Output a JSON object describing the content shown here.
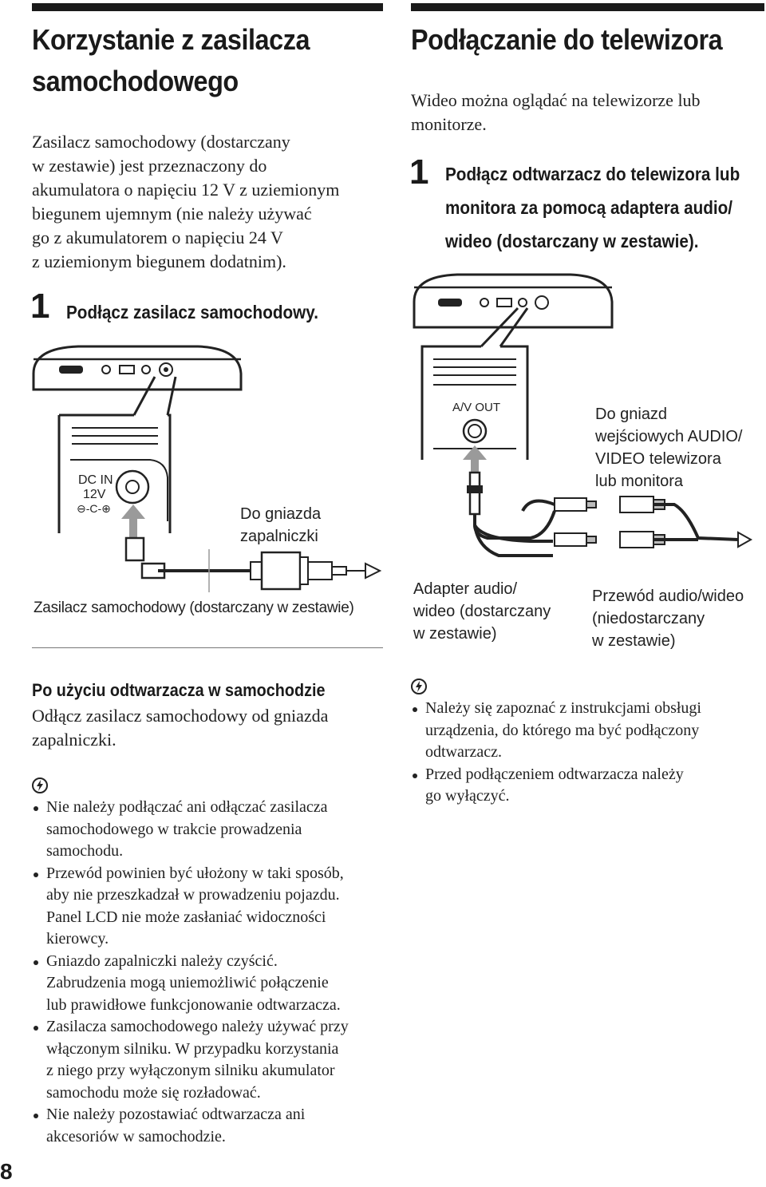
{
  "left": {
    "title_line1": "Korzystanie z zasilacza",
    "title_line2": "samochodowego",
    "intro": [
      "Zasilacz samochodowy (dostarczany",
      "w zestawie) jest przeznaczony do",
      "akumulatora o napięciu 12 V z uziemionym",
      "biegunem ujemnym (nie należy używać",
      "go z akumulatorem o napięciu 24 V",
      "z uziemionym biegunem dodatnim)."
    ],
    "step_number": "1",
    "step_text": "Podłącz zasilacz samochodowy.",
    "diagram": {
      "dc_in_label": "DC IN",
      "dc_voltage": "12V",
      "socket_label_line1": "Do gniazda",
      "socket_label_line2": "zapalniczki",
      "caption": "Zasilacz samochodowy (dostarczany w zestawie)"
    },
    "after_heading": "Po użyciu odtwarzacza w samochodzie",
    "after_text": [
      "Odłącz zasilacz samochodowy od gniazda",
      "zapalniczki."
    ],
    "notes": [
      [
        "Nie należy podłączać ani odłączać zasilacza",
        "samochodowego w trakcie prowadzenia",
        "samochodu."
      ],
      [
        "Przewód powinien być ułożony w taki sposób,",
        "aby nie przeszkadzał w prowadzeniu pojazdu.",
        "Panel LCD nie może zasłaniać widoczności",
        "kierowcy."
      ],
      [
        "Gniazdo zapalniczki należy czyścić.",
        "Zabrudzenia mogą uniemożliwić połączenie",
        "lub prawidłowe funkcjonowanie odtwarzacza."
      ],
      [
        "Zasilacza samochodowego należy używać przy",
        "włączonym silniku. W przypadku korzystania",
        "z niego przy wyłączonym silniku akumulator",
        "samochodu może się rozładować."
      ],
      [
        "Nie należy pozostawiać odtwarzacza ani",
        "akcesoriów w samochodzie."
      ]
    ]
  },
  "right": {
    "title": "Podłączanie do telewizora",
    "intro": [
      "Wideo można oglądać na telewizorze lub",
      "monitorze."
    ],
    "step_number": "1",
    "step_text": [
      "Podłącz odtwarzacz do telewizora lub",
      "monitora za pomocą adaptera audio/",
      "wideo (dostarczany w zestawie)."
    ],
    "diagram": {
      "av_out_label": "A/V OUT",
      "tv_label": [
        "Do gniazd",
        "wejściowych AUDIO/",
        "VIDEO telewizora",
        "lub monitora"
      ],
      "adapter_label": [
        "Adapter audio/",
        "wideo (dostarczany",
        "w zestawie)"
      ],
      "cable_label": [
        "Przewód audio/wideo",
        "(niedostarczany",
        "w zestawie)"
      ]
    },
    "notes": [
      [
        "Należy się zapoznać z instrukcjami obsługi",
        "urządzenia, do którego ma być podłączony",
        "odtwarzacz."
      ],
      [
        "Przed podłączeniem odtwarzacza należy",
        "go wyłączyć."
      ]
    ]
  },
  "page_number": "8"
}
